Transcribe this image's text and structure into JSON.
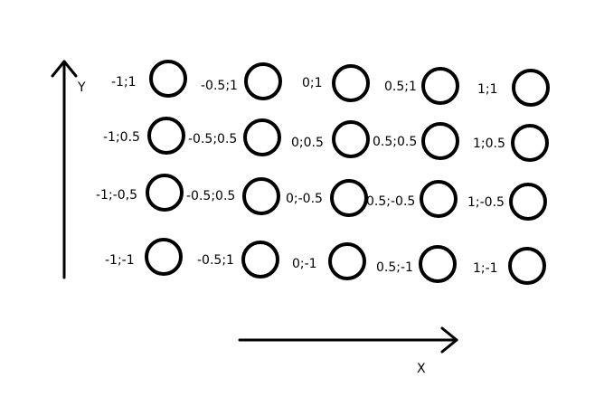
{
  "axes": {
    "y_label": "Y",
    "x_label": "X"
  },
  "colors": {
    "stroke": "#000000",
    "background": "#ffffff"
  },
  "rows": [
    {
      "labels": [
        "-1;1",
        "-0.5;1",
        "0;1",
        "0.5;1",
        "1;1"
      ]
    },
    {
      "labels": [
        "-1;0.5",
        "-0.5;0.5",
        "0;0.5",
        "0.5;0.5",
        "1;0.5"
      ]
    },
    {
      "labels": [
        "-1;-0,5",
        "-0.5;0.5",
        "0;-0.5",
        "0.5;-0.5",
        "1;-0.5"
      ]
    },
    {
      "labels": [
        "-1;-1",
        "-0.5;1",
        "0;-1",
        "0.5;-1",
        "1;-1"
      ]
    }
  ]
}
